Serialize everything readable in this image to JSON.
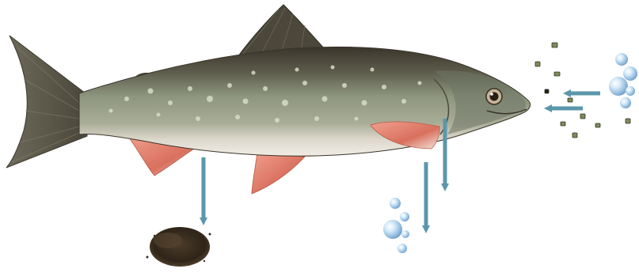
{
  "diagram": {
    "subject": "fish-icon",
    "colors": {
      "arrow": "#5b97ab",
      "fish_back": "#3f3a2f",
      "fish_side": "#8f9784",
      "fish_belly": "#e8e4dc",
      "fin": "#e0826f",
      "spots": "#d6dcc6",
      "bubble": "#b9d7ee",
      "waste": "#3b2e20",
      "food": "#7e8b5a"
    },
    "elements": [
      {
        "name": "food-pellets-icon",
        "role": "input"
      },
      {
        "name": "oxygen-bubbles-icon",
        "role": "input"
      },
      {
        "name": "waste-pile-icon",
        "role": "output"
      },
      {
        "name": "exhaled-bubbles-icon",
        "role": "output"
      }
    ]
  }
}
